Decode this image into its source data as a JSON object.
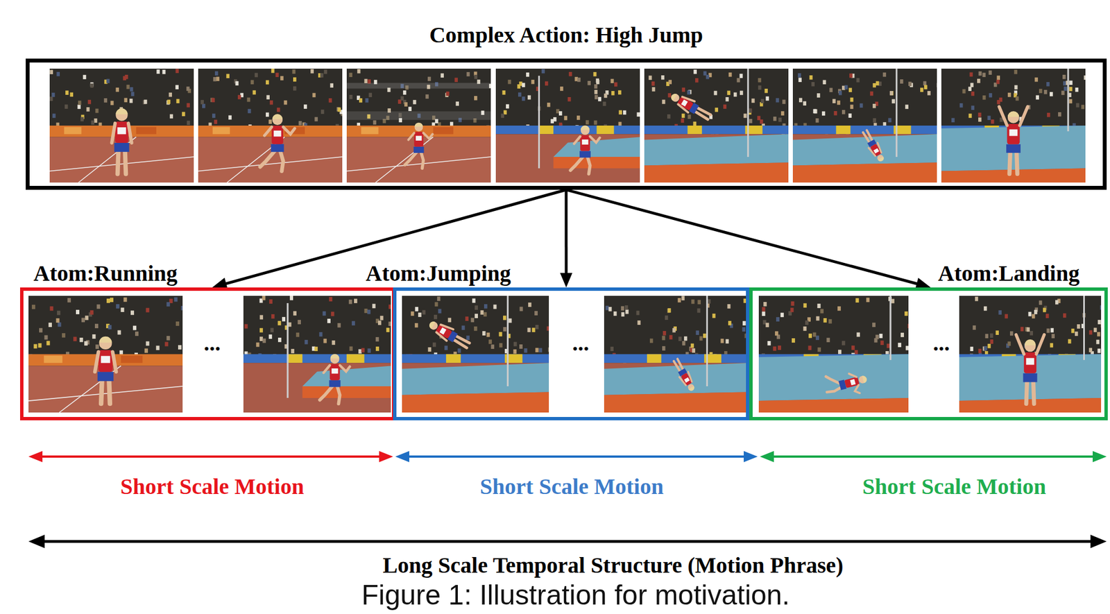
{
  "diagram": {
    "caption": "Figure 1: Illustration for motivation.",
    "nodes": [
      {
        "text": [
          "Complex Action: High Jump"
        ]
      },
      {
        "text": [
          "Atom:Running"
        ]
      },
      {
        "text": [
          "Atom:Jumping"
        ]
      },
      {
        "text": [
          "Atom:Landing"
        ]
      }
    ],
    "edges": [
      {
        "from": 0,
        "to": 1,
        "arrow": "to"
      },
      {
        "from": 0,
        "to": 2,
        "arrow": "to"
      },
      {
        "from": 0,
        "to": 3,
        "arrow": "to"
      }
    ],
    "labels": [
      "...",
      "...",
      "...",
      "Short Scale Motion",
      "Short Scale Motion",
      "Short Scale Motion",
      "Long Scale Temporal Structure (Motion Phrase)"
    ]
  }
}
